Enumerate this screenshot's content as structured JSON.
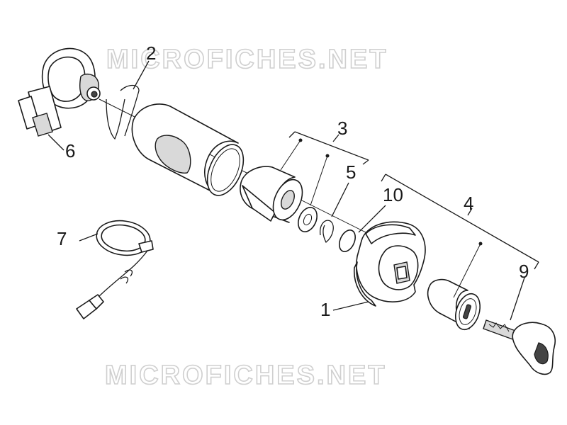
{
  "watermark": {
    "top": "MICROFICHES.NET",
    "bottom": "MICROFICHES.NET"
  },
  "callouts": {
    "p1": "1",
    "p2": "2",
    "p3": "3",
    "p4": "4",
    "p5": "5",
    "p6": "6",
    "p7": "7",
    "p9": "9",
    "p10": "10"
  },
  "colors": {
    "ink": "#1a1a1a",
    "watermark": "#cfcfcf",
    "background": "#ffffff"
  }
}
